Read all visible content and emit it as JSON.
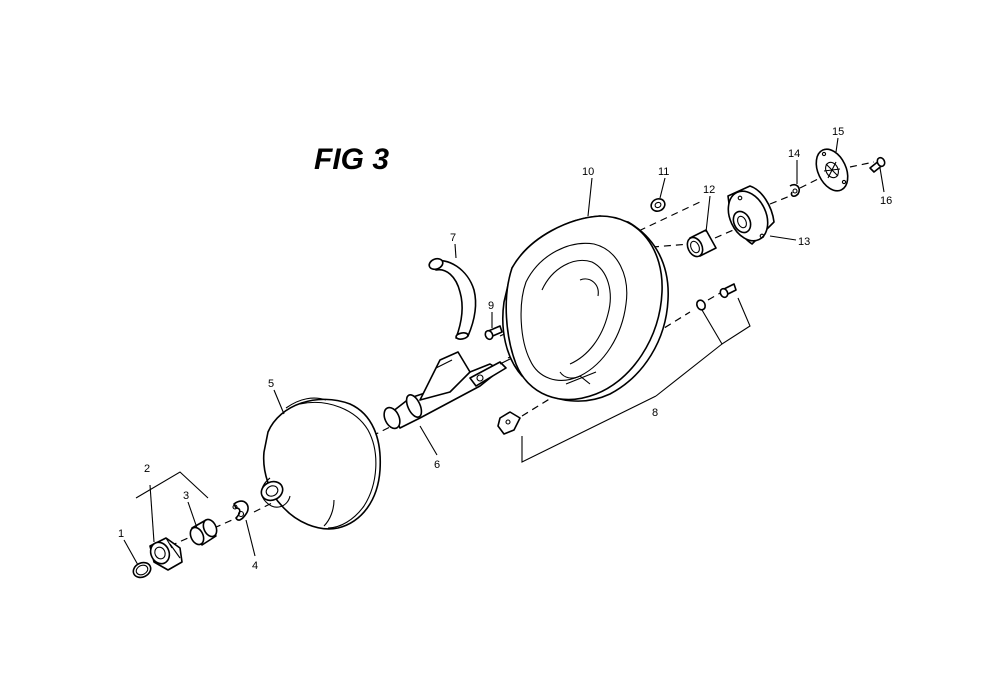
{
  "figure": {
    "title": "FIG 3"
  },
  "callouts": {
    "c1": "1",
    "c2": "2",
    "c3": "3",
    "c4": "4",
    "c5": "5",
    "c6": "6",
    "c7": "7",
    "c8": "8",
    "c9": "9",
    "c10": "10",
    "c11": "11",
    "c12": "12",
    "c13": "13",
    "c14": "14",
    "c15": "15",
    "c16": "16"
  }
}
